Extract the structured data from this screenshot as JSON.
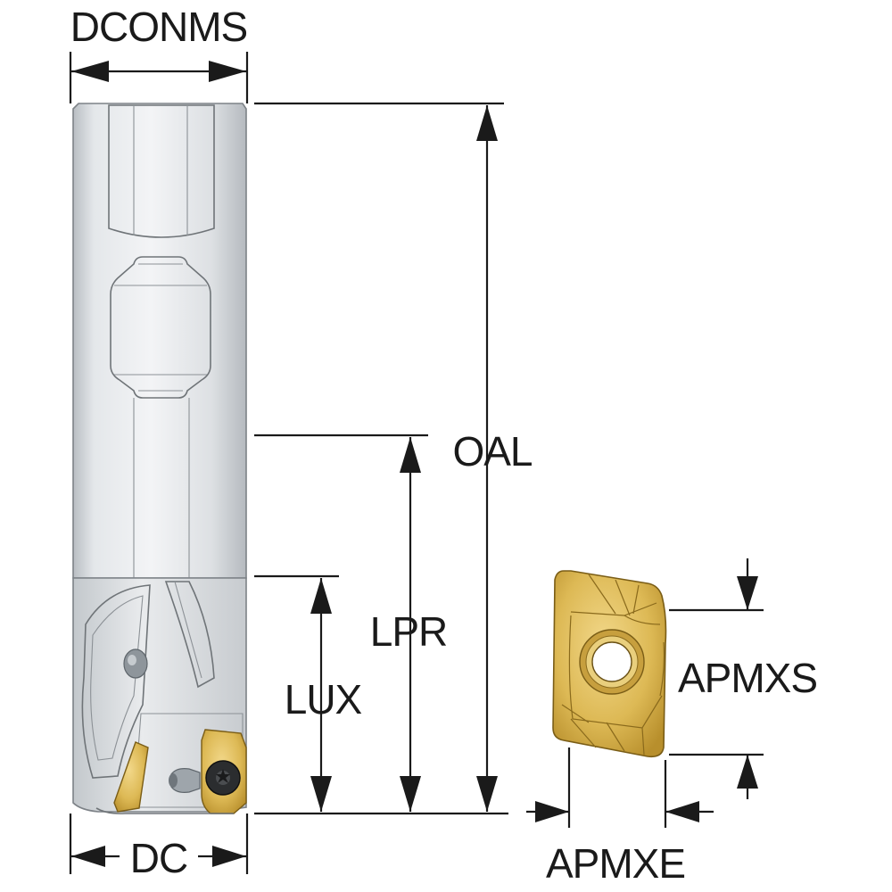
{
  "labels": {
    "dconms": "DCONMS",
    "oal": "OAL",
    "lpr": "LPR",
    "lux": "LUX",
    "apmxs": "APMXS",
    "dc": "DC",
    "apmxe": "APMXE"
  },
  "colors": {
    "line": "#1a1a1a",
    "steel_light": "#eceef0",
    "steel_mid": "#c9cdd1",
    "steel_dark": "#9aa0a6",
    "insert_gold": "#d9b54a",
    "insert_dark": "#8a6a1c"
  }
}
